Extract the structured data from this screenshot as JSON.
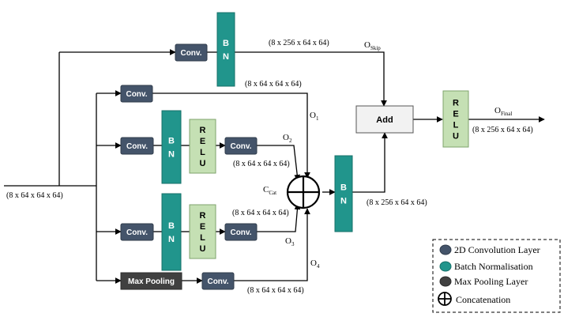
{
  "input_label": "(8 x 64 x 64 x 64)",
  "blocks": {
    "conv": "Conv.",
    "bn": "BN",
    "relu": "RELU",
    "max_pooling": "Max Pooling",
    "add": "Add"
  },
  "dims": {
    "skip": "(8 x 256 x 64 x 64)",
    "o1": "(8 x 64 x 64 x 64)",
    "o2": "(8 x 64 x 64 x 64)",
    "o3": "(8 x 64 x 64 x 64)",
    "o4": "(8 x 64 x 64 x 64)",
    "bn_out": "(8 x 256 x 64 x 64)",
    "final": "(8 x 256 x 64 x 64)"
  },
  "outputs": {
    "o1": {
      "base": "O",
      "sub": "1"
    },
    "o2": {
      "base": "O",
      "sub": "2"
    },
    "o3": {
      "base": "O",
      "sub": "3"
    },
    "o4": {
      "base": "O",
      "sub": "4"
    },
    "cat": {
      "base": "C",
      "sub": "Cat"
    },
    "skip": {
      "base": "O",
      "sub": "Skip"
    },
    "final": {
      "base": "O",
      "sub": "Final"
    }
  },
  "legend": [
    {
      "label": "2D Convolution Layer",
      "color": "#44546a"
    },
    {
      "label": "Batch Normalisation",
      "color": "#21958c"
    },
    {
      "label": "Max Pooling Layer",
      "color": "#404040"
    },
    {
      "label": "Concatenation"
    }
  ],
  "colors": {
    "conv": "#44546a",
    "bn": "#21958c",
    "relu": "#c5e0b4",
    "maxpool": "#404040",
    "add": "#f2f2f2"
  }
}
